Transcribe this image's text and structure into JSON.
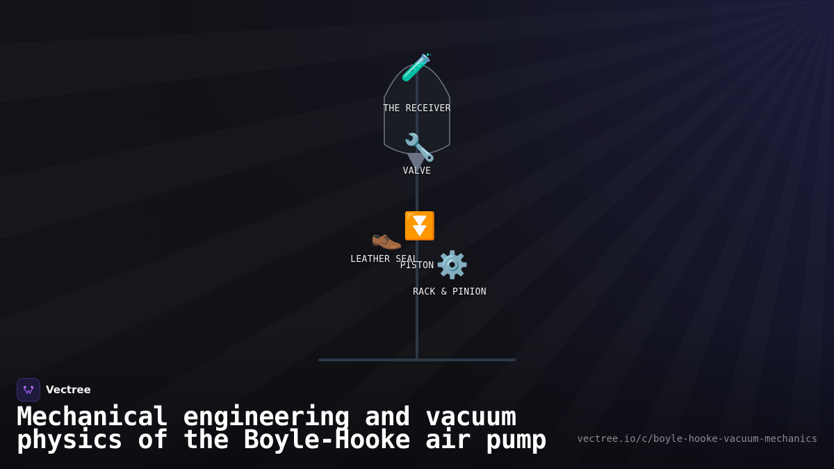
{
  "diagram": {
    "components": [
      {
        "id": "receiver",
        "label": "THE RECEIVER",
        "icon": "test-tube-icon",
        "glyph": "🧪"
      },
      {
        "id": "valve",
        "label": "VALVE",
        "icon": "wrench-icon",
        "glyph": "🔧"
      },
      {
        "id": "piston",
        "label": "PISTON",
        "icon": "double-down-arrow-icon",
        "glyph": "⏬"
      },
      {
        "id": "leather_seal",
        "label": "LEATHER SEAL",
        "icon": "leather-shoe-icon",
        "glyph": "👞"
      },
      {
        "id": "rack_pinion",
        "label": "RACK & PINION",
        "icon": "gear-icon",
        "glyph": "⚙️"
      }
    ],
    "colors": {
      "axis": "#2e3847",
      "receiver_stroke": "#6e7888",
      "receiver_fill": "#1b1e25",
      "valve_fill": "#6b7385"
    }
  },
  "brand": {
    "name": "Vectree",
    "logo_icon": "vectree-logo-icon",
    "accent": "#8b4fd8"
  },
  "caption": {
    "title": "Mechanical engineering and vacuum physics of the Boyle-Hooke air pump",
    "url": "vectree.io/c/boyle-hooke-vacuum-mechanics"
  }
}
